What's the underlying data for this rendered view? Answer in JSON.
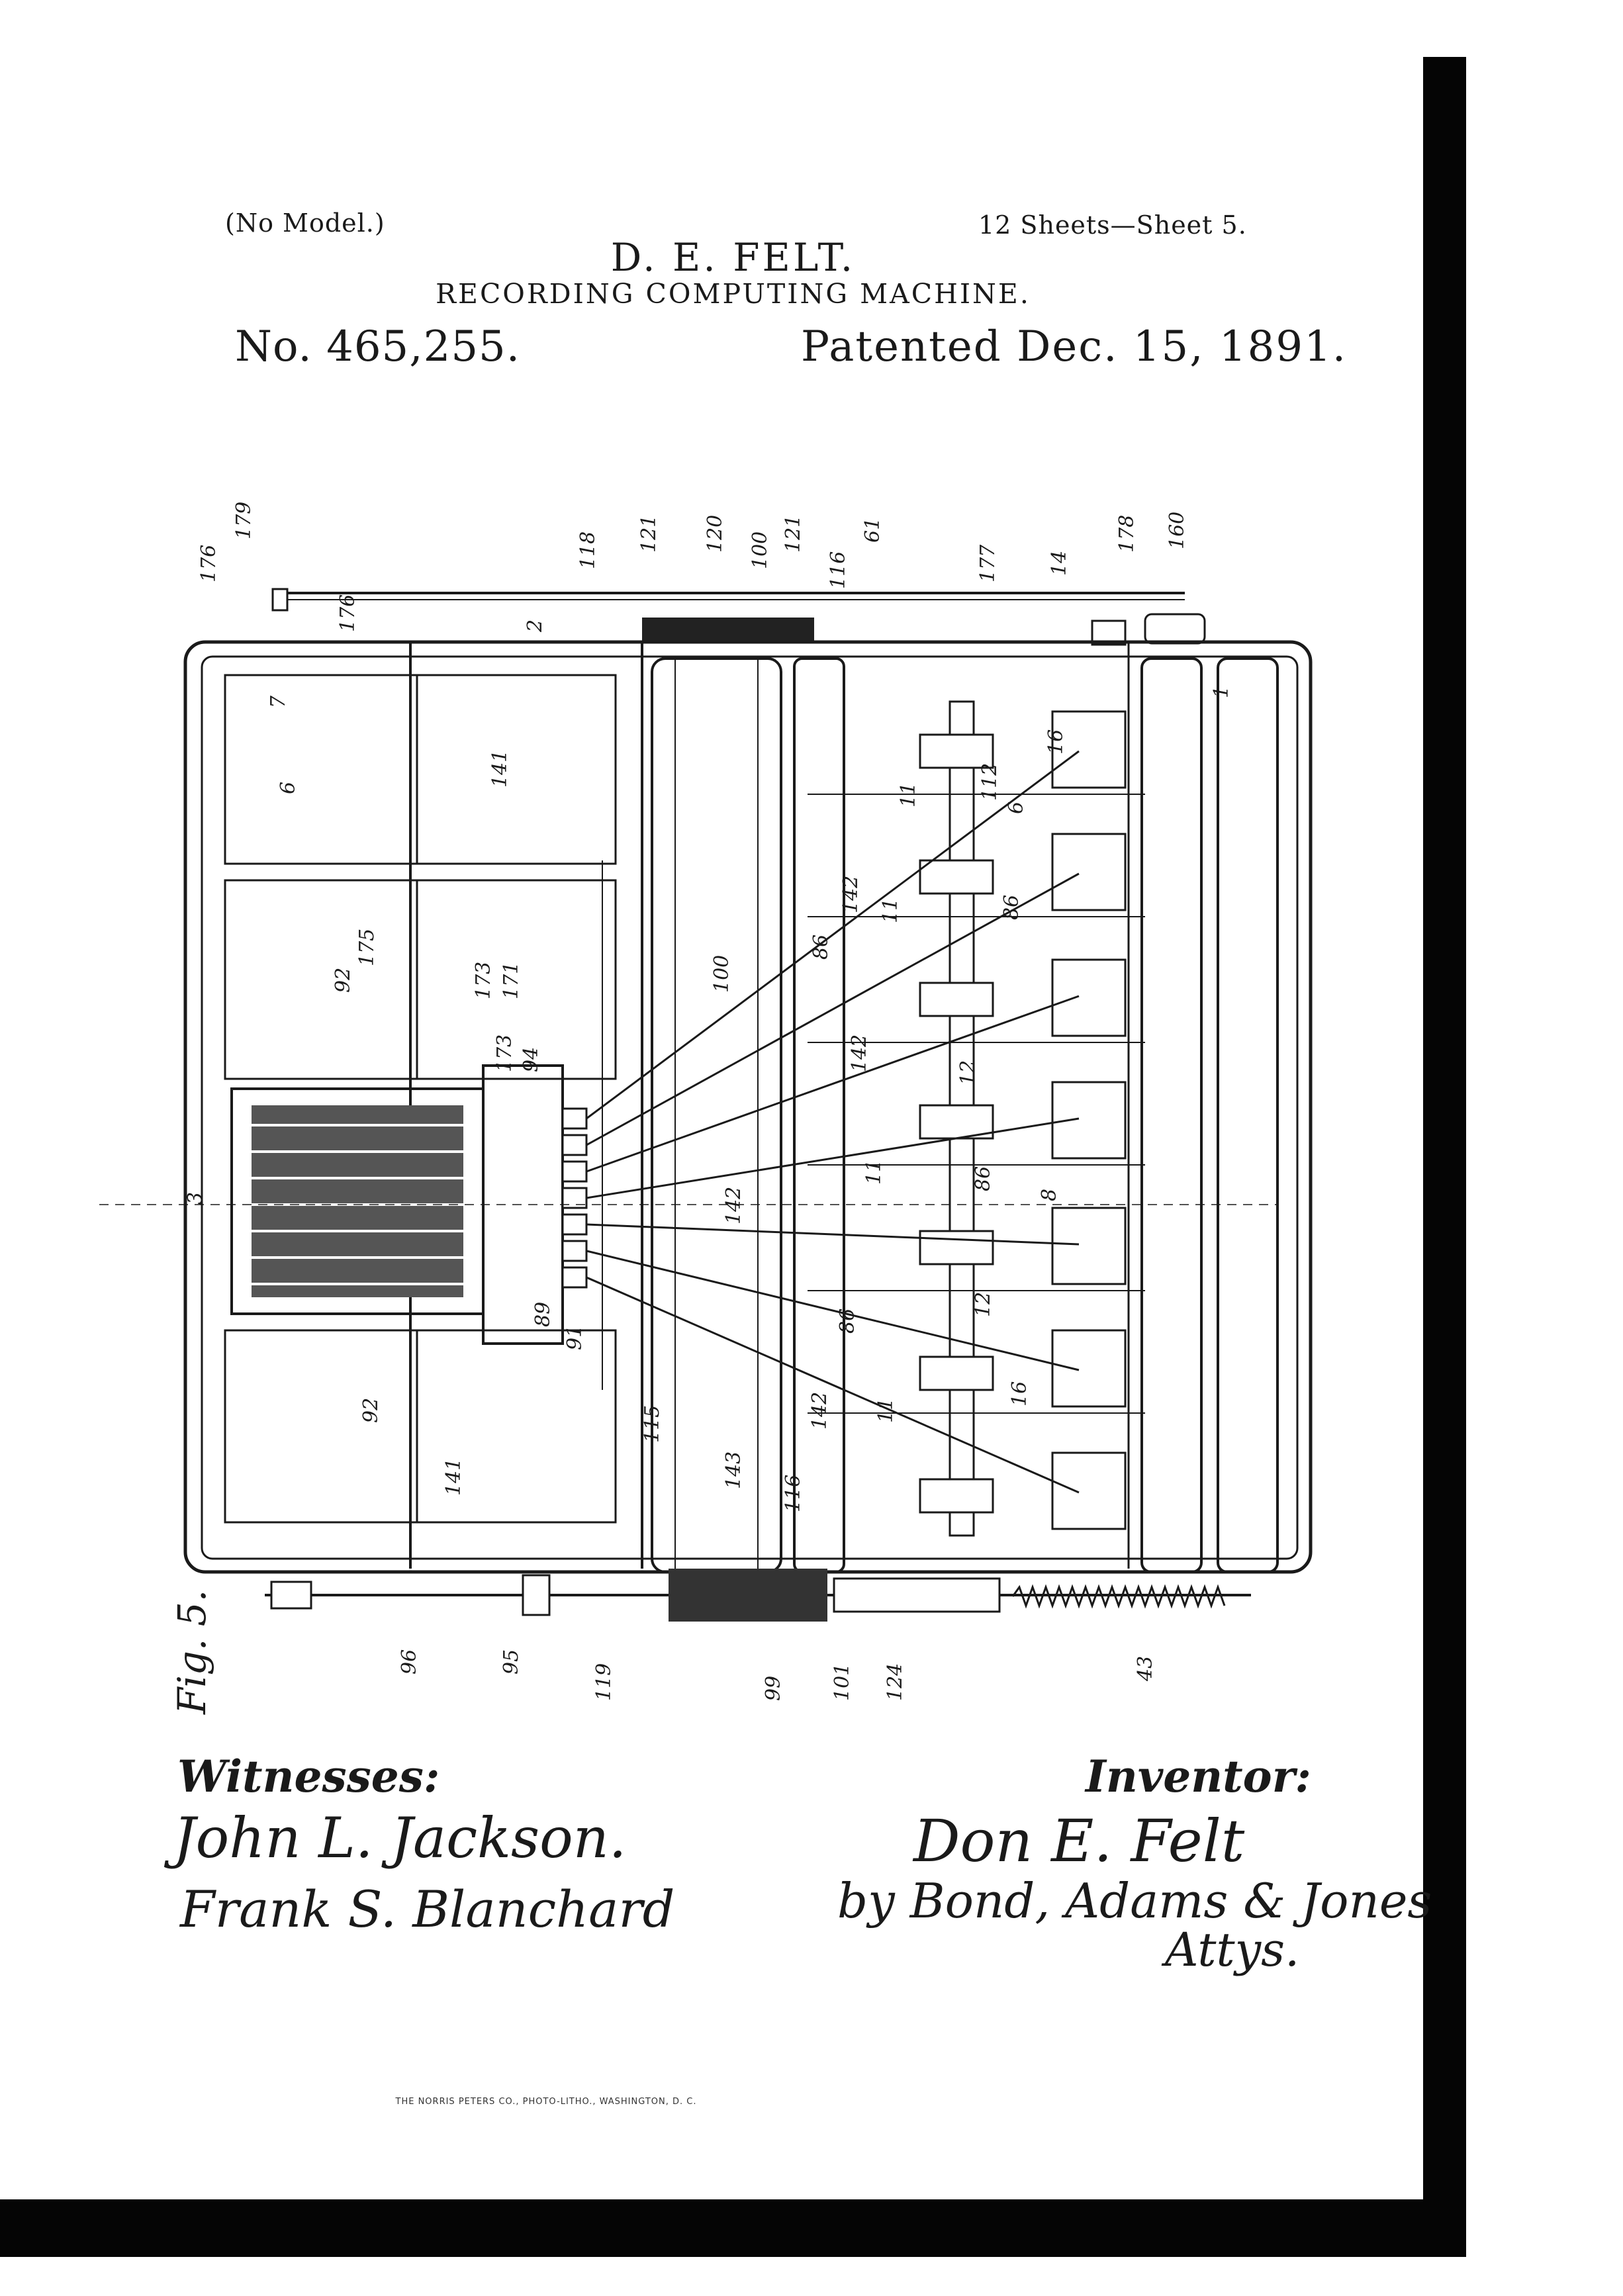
{
  "header": {
    "no_model": "(No Model.)",
    "sheets": "12 Sheets—Sheet 5.",
    "inventor": "D. E. FELT.",
    "title": "RECORDING COMPUTING MACHINE.",
    "patent_no": "No. 465,255.",
    "patent_date": "Patented Dec. 15, 1891."
  },
  "figure": {
    "label": "Fig. 5.",
    "refs": {
      "r176a": "176",
      "r179": "179",
      "r176b": "176",
      "r2": "2",
      "r118": "118",
      "r121a": "121",
      "r120": "120",
      "r100a": "100",
      "r121b": "121",
      "r116a": "116",
      "r61": "61",
      "r177": "177",
      "r14": "14",
      "r178": "178",
      "r160": "160",
      "r7": "7",
      "r6a": "6",
      "r141a": "141",
      "r11a": "11",
      "r112": "112",
      "r6b": "6",
      "r16a": "16",
      "r86a": "86",
      "r11b": "11",
      "r142a": "142",
      "r86b": "86",
      "r92a": "92",
      "r175": "175",
      "r173a": "173",
      "r171": "171",
      "r100b": "100",
      "r173b": "173",
      "r94": "94",
      "r142b": "142",
      "r12a": "12",
      "r3": "3",
      "r11c": "11",
      "r86c": "86",
      "r8": "8",
      "r142c": "142",
      "r12b": "12",
      "r89": "89",
      "r91": "91",
      "r86d": "86",
      "r92b": "92",
      "r142d": "142",
      "r11d": "11",
      "r16b": "16",
      "r115": "115",
      "r141b": "141",
      "r143": "143",
      "r116b": "116",
      "r1": "1",
      "r96": "96",
      "r95": "95",
      "r119": "119",
      "r99": "99",
      "r101": "101",
      "r124": "124",
      "r43": "43"
    }
  },
  "signatures": {
    "witnesses_heading": "Witnesses:",
    "witness_1": "John L. Jackson.",
    "witness_2": "Frank S. Blanchard",
    "inventor_heading": "Inventor:",
    "inventor_signature": "Don E. Felt",
    "by_line": "by Bond, Adams & Jones",
    "attys": "Attys."
  },
  "footer": {
    "printer": "THE NORRIS PETERS CO., PHOTO-LITHO., WASHINGTON, D. C."
  }
}
